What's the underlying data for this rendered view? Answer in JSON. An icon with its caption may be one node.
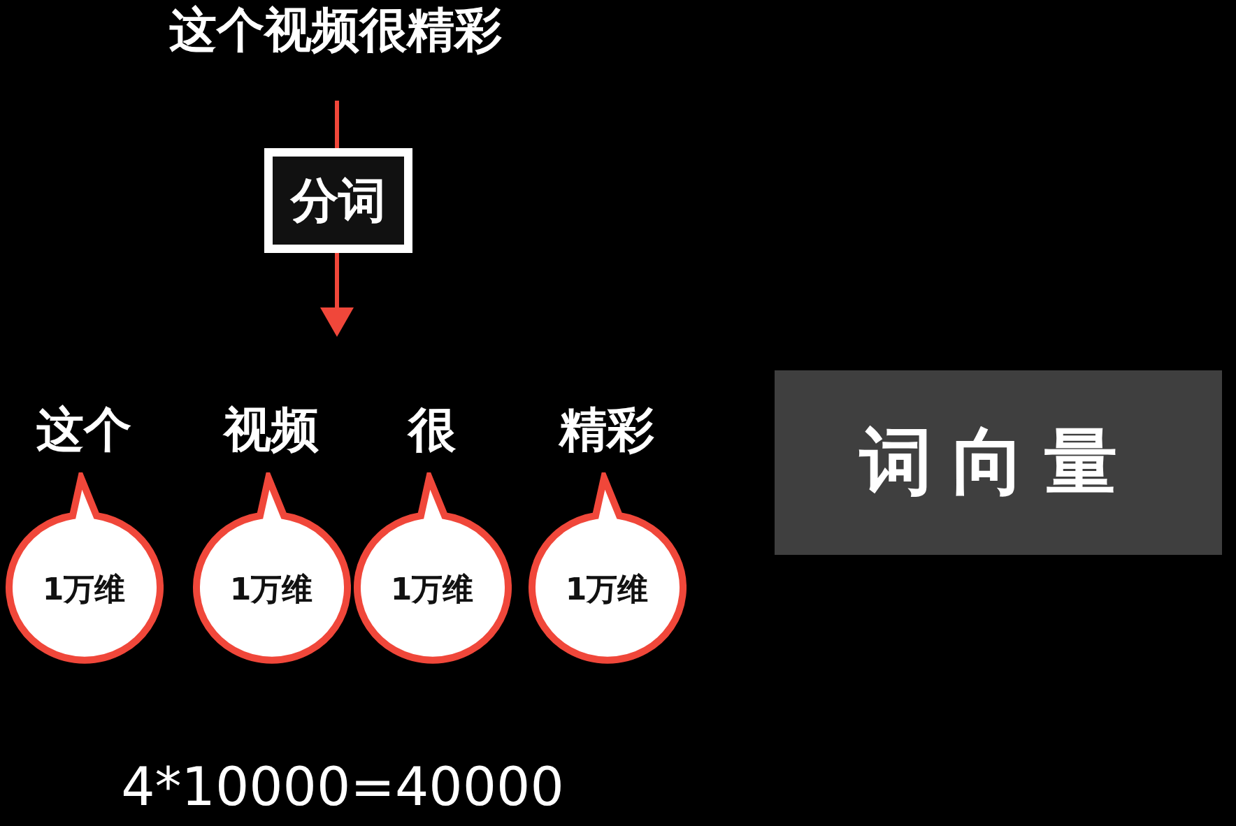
{
  "diagram": {
    "nodes": [
      {
        "text": [
          "这个视频很精彩"
        ]
      },
      {
        "text": [
          "分词"
        ]
      },
      {
        "text": [
          "1万维"
        ],
        "beside": [
          "这个"
        ]
      },
      {
        "text": [
          "1万维"
        ],
        "beside": [
          "视频"
        ]
      },
      {
        "text": [
          "1万维"
        ],
        "beside": [
          "很"
        ]
      },
      {
        "text": [
          "1万维"
        ],
        "beside": [
          "精彩"
        ]
      },
      {
        "text": [
          "词向量"
        ]
      }
    ],
    "edges": [
      {
        "from": 0,
        "to": 1,
        "arrow": "none"
      },
      {
        "from": 1,
        "to": null,
        "arrow": "to"
      }
    ],
    "labels": [
      "4*10000=40000"
    ]
  }
}
